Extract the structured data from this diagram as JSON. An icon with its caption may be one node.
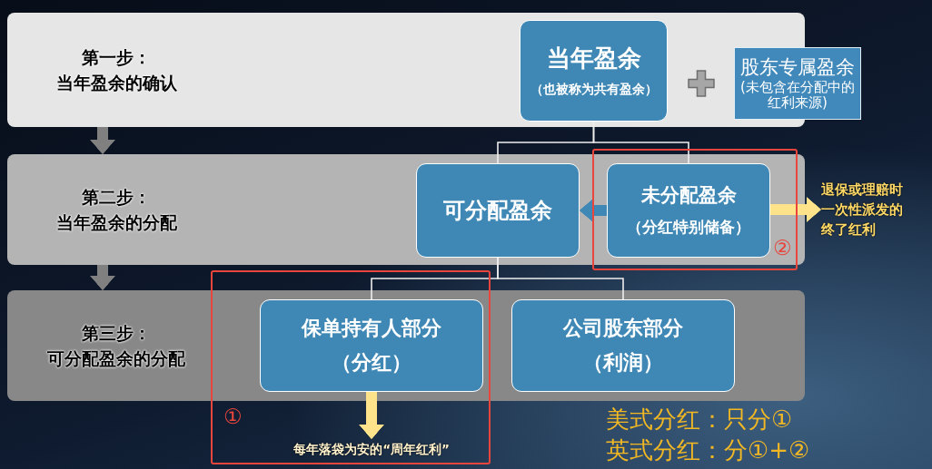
{
  "diagram": {
    "nodes": [
      {
        "text": [
          "第一步：",
          "当年盈余的确认"
        ]
      },
      {
        "text": [
          "当年盈余",
          "（也被称为共有盈余）"
        ],
        "in": 0
      },
      {
        "text": [
          "股东专属盈余",
          "(未包含在分配中的红利来源)"
        ]
      },
      {
        "text": [
          "第二步：",
          "当年盈余的分配"
        ]
      },
      {
        "text": [
          "可分配盈余"
        ],
        "in": 3
      },
      {
        "text": [
          "②"
        ]
      },
      {
        "text": [
          "未分配盈余",
          "（分红特别储备）"
        ],
        "in": 5
      },
      {
        "text": [
          "退保或理赔时一次性派发的终了红利"
        ]
      },
      {
        "text": [
          "第三步：",
          "可分配盈余的分配"
        ]
      },
      {
        "text": [
          "①"
        ]
      },
      {
        "text": [
          "保单持有人部分",
          "（分红）"
        ]
      },
      {
        "text": [
          "公司股东部分",
          "（利润）"
        ],
        "in": 8
      },
      {
        "text": [
          "每年落袋为安的“周年红利”"
        ],
        "in": 9
      }
    ],
    "edges": [
      {
        "from": 0,
        "to": 3,
        "arrow": "to",
        "color": "#808080"
      },
      {
        "from": 1,
        "to": 4,
        "arrow": "none"
      },
      {
        "from": 1,
        "to": 6,
        "arrow": "none"
      },
      {
        "from": 6,
        "to": 4,
        "arrow": "to",
        "color": "#3f88b5"
      },
      {
        "from": 6,
        "to": 7,
        "arrow": "to",
        "color": "#ffe38a"
      },
      {
        "from": 3,
        "to": 8,
        "arrow": "to",
        "color": "#808080"
      },
      {
        "from": 4,
        "to": 10,
        "arrow": "none"
      },
      {
        "from": 4,
        "to": 11,
        "arrow": "none"
      },
      {
        "from": 10,
        "to": 12,
        "arrow": "to",
        "color": "#ffe38a"
      }
    ],
    "labels": [
      "美式分红：只分①",
      "英式分红：分①+②"
    ]
  }
}
